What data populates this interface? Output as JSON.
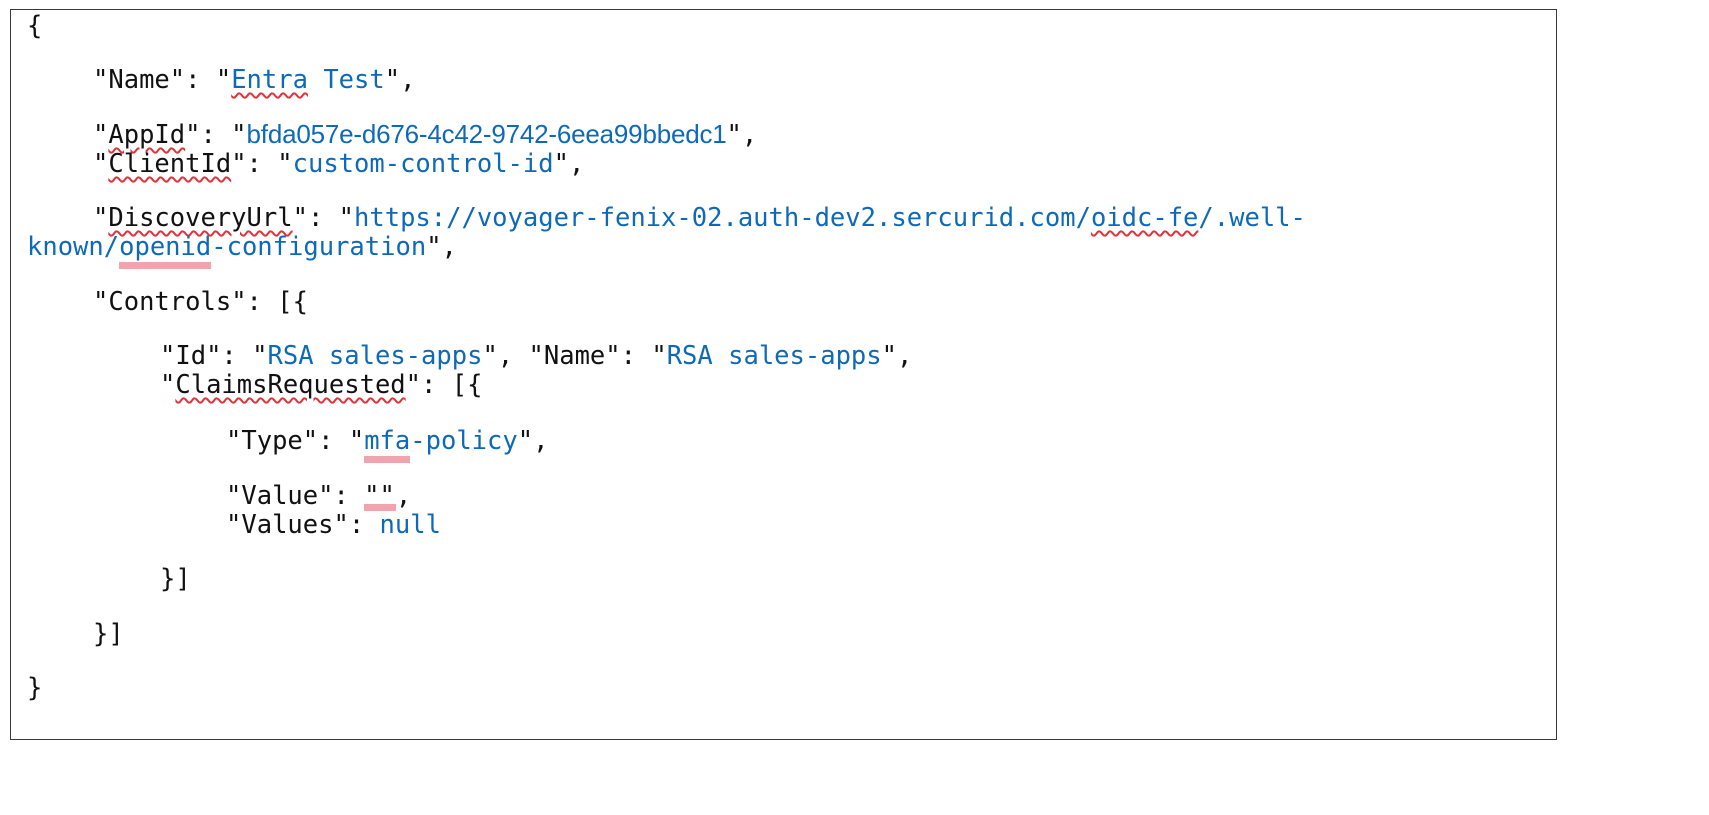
{
  "json_doc": {
    "open_brace": "{",
    "close_brace": "}",
    "name_key": "Name",
    "name_value_part1": "Entra",
    "name_value_part2": " Test",
    "appid_key_part1": "AppId",
    "appid_value": "bfda057e-d676-4c42-9742-6eea99bbedc1",
    "clientid_key": "ClientId",
    "clientid_value": "custom-control-id",
    "discovery_key": "DiscoveryUrl",
    "discovery_line1_a": "https://voyager-fenix-02.auth-dev2.sercurid.com/",
    "discovery_line1_b": "oidc-fe",
    "discovery_line1_c": "/.well-",
    "discovery_line2_a": "known/",
    "discovery_line2_b": "openid",
    "discovery_line2_c": "-configuration",
    "controls_key": "Controls",
    "id_key": "Id",
    "id_value": "RSA sales-apps",
    "control_name_key": "Name",
    "control_name_value": "RSA sales-apps",
    "claims_key": "ClaimsRequested",
    "type_key": "Type",
    "type_value_part1": "mfa",
    "type_value_part2": "-policy",
    "value_key": "Value",
    "values_key": "Values",
    "values_value": "null",
    "inner_close": "}]",
    "outer_close": "}]"
  },
  "colors": {
    "key_text": "#111111",
    "value_text": "#0e6ab8",
    "spellcheck_squiggle": "#e0343c",
    "grammar_highlight": "#f2a4ae",
    "border": "#3a3a3a"
  }
}
